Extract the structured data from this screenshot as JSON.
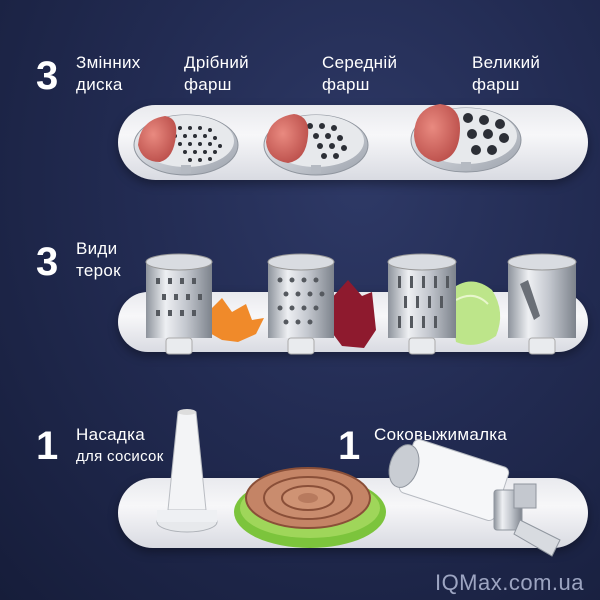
{
  "section_discs": {
    "count": "3",
    "title_line1": "Змінних",
    "title_line2": "диска",
    "discs": [
      {
        "line1": "Дрібний",
        "line2": "фарш"
      },
      {
        "line1": "Середній",
        "line2": "фарш"
      },
      {
        "line1": "Великий",
        "line2": "фарш"
      }
    ]
  },
  "section_graters": {
    "count": "3",
    "title_line1": "Види",
    "title_line2": "терок"
  },
  "section_sausage": {
    "count": "1",
    "title_line1": "Насадка",
    "title_line2": "для сосисок"
  },
  "section_juicer": {
    "count": "1",
    "title": "Соковыжималка"
  },
  "watermark": "IQMax.com.ua",
  "colors": {
    "background": "#222b52",
    "shelf": "#eef0f3",
    "meat": "#d2655f",
    "carrot": "#f08a2a",
    "beet": "#8e1a2e",
    "cabbage": "#bde58a",
    "lettuce": "#7cc43c"
  }
}
